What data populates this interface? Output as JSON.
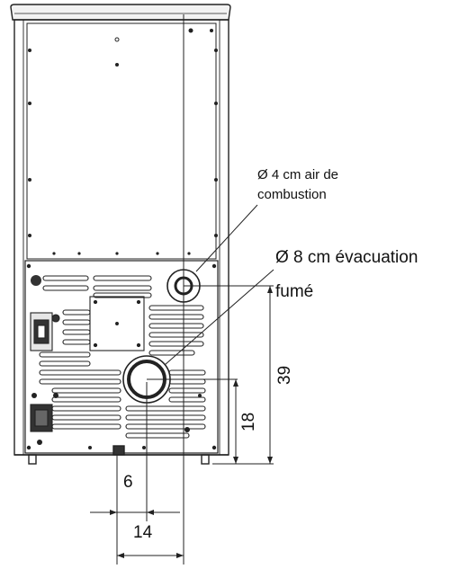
{
  "labels": {
    "air_intake_line1": "Ø 4 cm air de",
    "air_intake_line2": "combustion",
    "exhaust_line1": "Ø 8 cm évacuation",
    "exhaust_line2": "fumé"
  },
  "dimensions": {
    "vertical_exhaust_height": "18",
    "vertical_air_height": "39",
    "horizontal_exhaust_offset": "6",
    "horizontal_air_offset": "14"
  }
}
